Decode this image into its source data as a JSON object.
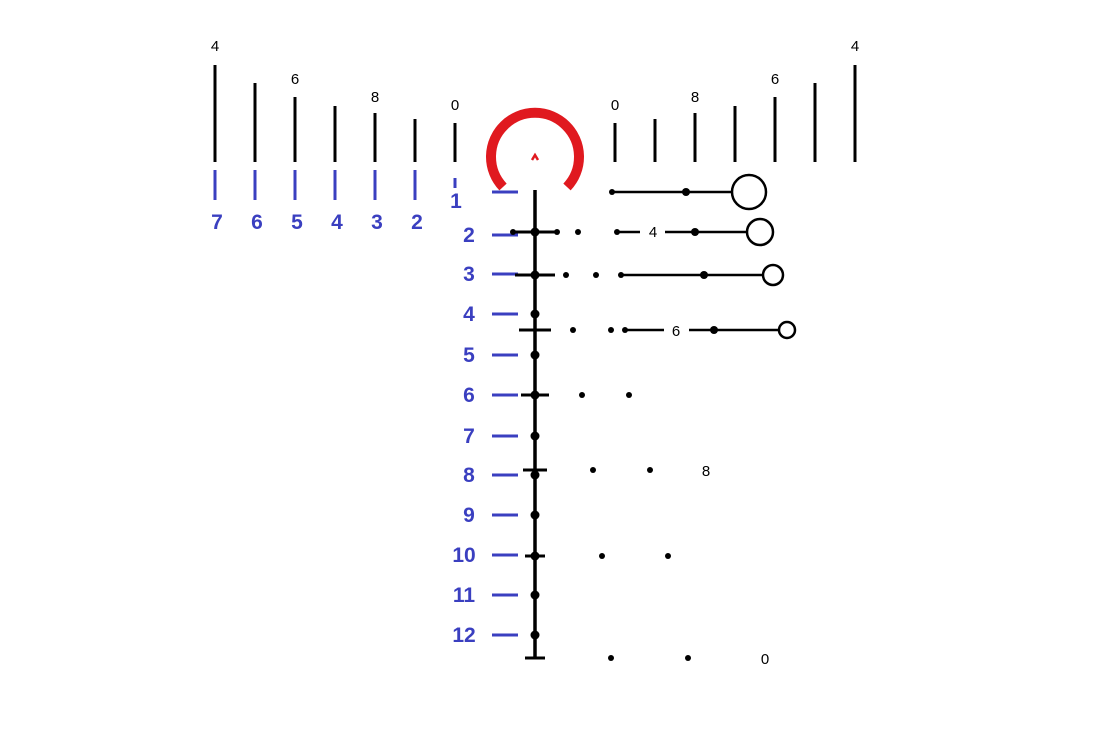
{
  "top_left_labels": [
    "4",
    "6",
    "8",
    "0"
  ],
  "top_right_labels": [
    "0",
    "8",
    "6",
    "4"
  ],
  "windage_labels": [
    "7",
    "6",
    "5",
    "4",
    "3",
    "2"
  ],
  "elevation_labels": [
    "1",
    "2",
    "3",
    "4",
    "5",
    "6",
    "7",
    "8",
    "9",
    "10",
    "11",
    "12"
  ],
  "range_labels": [
    "4",
    "6",
    "8",
    "0"
  ],
  "colors": {
    "reticle": "#000000",
    "scale": "#3a3fc0",
    "ring": "#e0191f"
  }
}
